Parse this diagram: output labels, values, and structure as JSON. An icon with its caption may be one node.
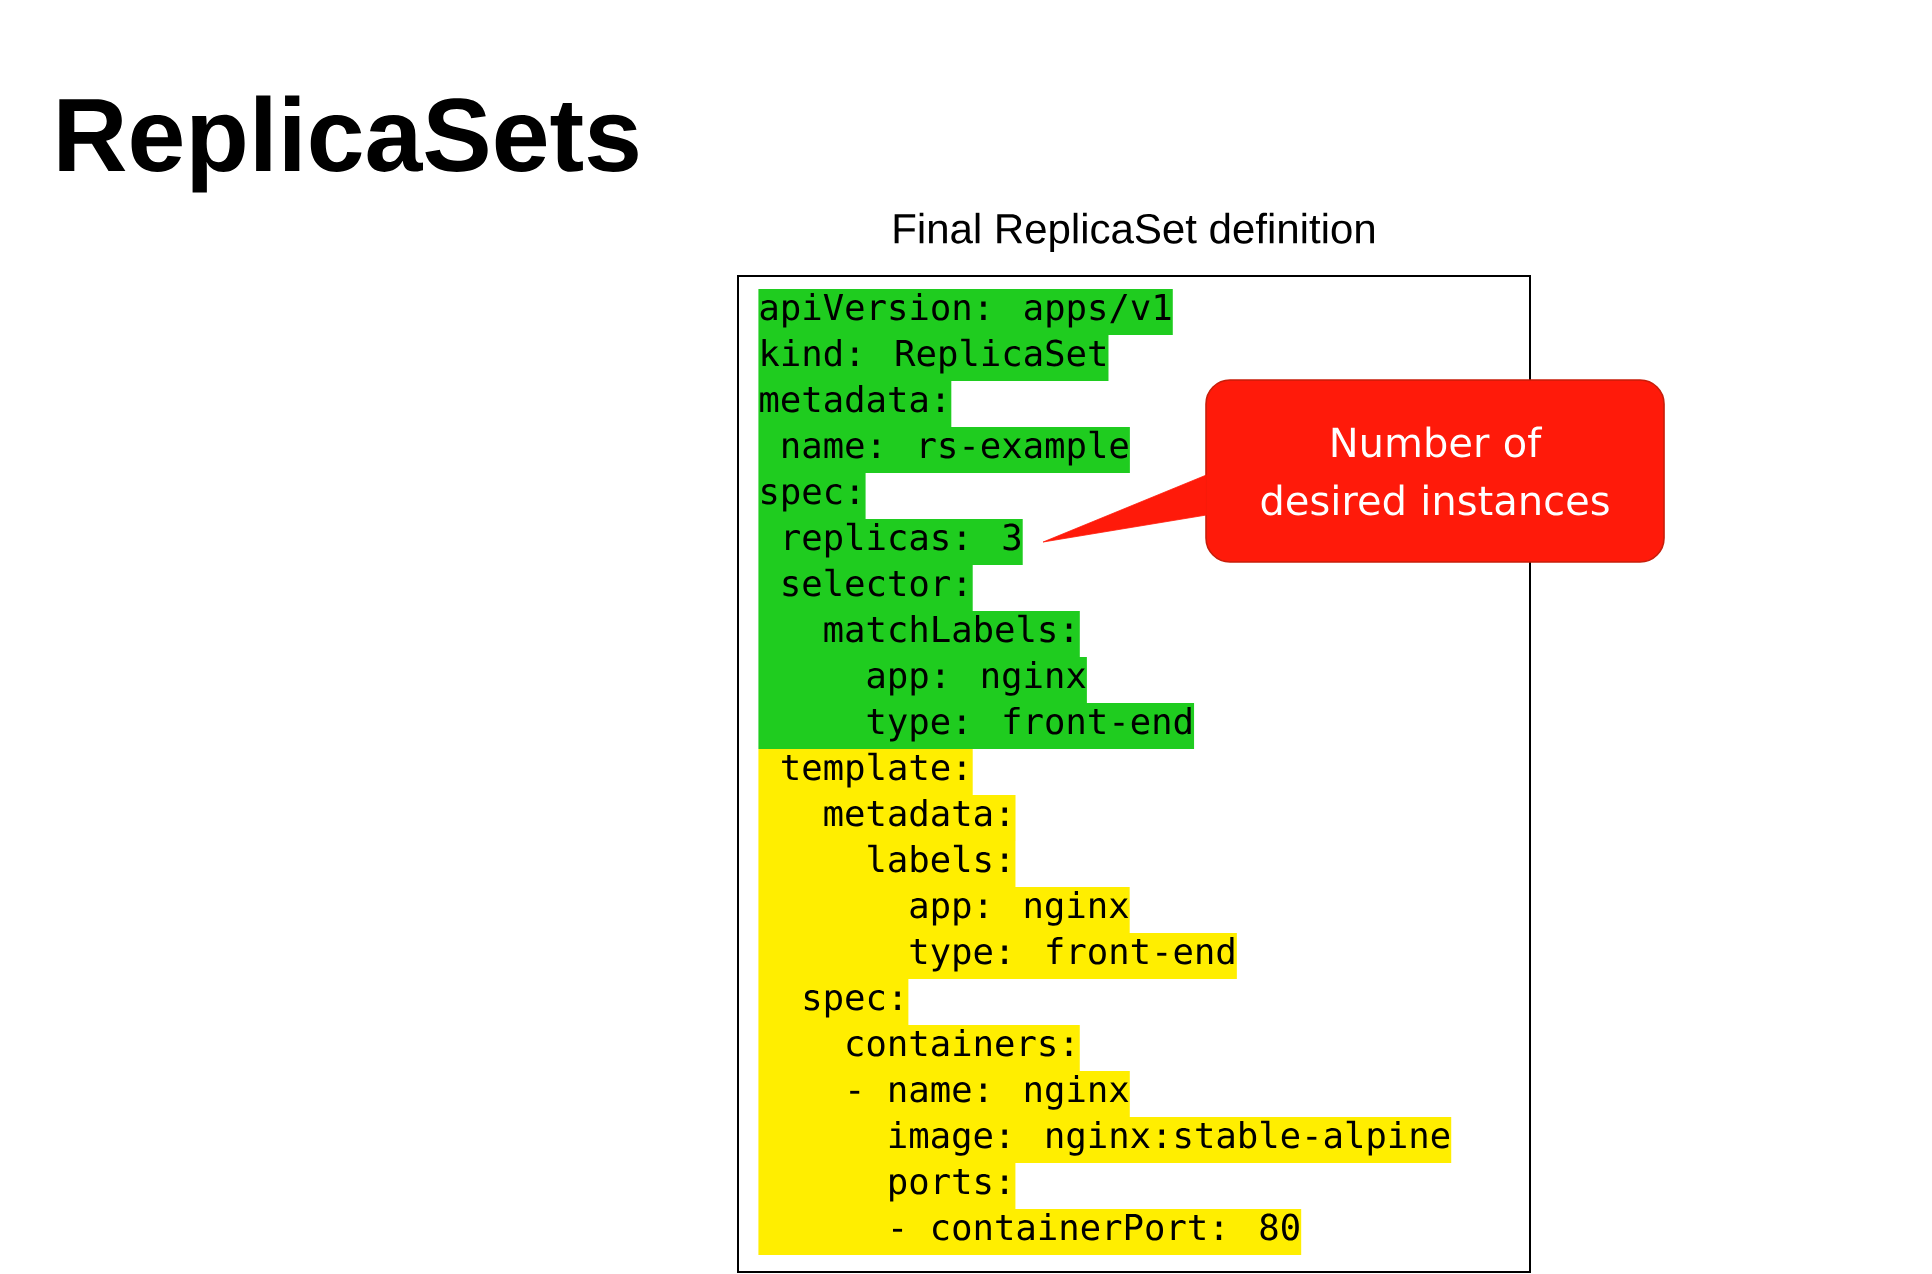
{
  "diagram": {
    "title": "ReplicaSets",
    "nodes": [
      {
        "text": [
          "Final ReplicaSet definition"
        ]
      },
      {
        "text": [
          "apiVersion: apps/v1"
        ],
        "in": 0
      },
      {
        "text": [
          "kind: ReplicaSet"
        ],
        "in": 0
      },
      {
        "text": [
          "metadata:"
        ],
        "in": 0
      },
      {
        "text": [
          "name: rs-example"
        ],
        "in": 0
      },
      {
        "text": [
          "spec:"
        ],
        "in": 0
      },
      {
        "text": [
          "replicas: 3"
        ],
        "in": 0
      },
      {
        "text": [
          "selector:"
        ],
        "in": 0
      },
      {
        "text": [
          "matchLabels:"
        ],
        "in": 0
      },
      {
        "text": [
          "app: nginx"
        ],
        "in": 0
      },
      {
        "text": [
          "type: front-end"
        ],
        "in": 0
      },
      {
        "text": [
          "template:"
        ],
        "in": 0
      },
      {
        "text": [
          "metadata:"
        ],
        "in": 0
      },
      {
        "text": [
          "labels:"
        ],
        "in": 0
      },
      {
        "text": [
          "app: nginx"
        ],
        "in": 0
      },
      {
        "text": [
          "type: front-end"
        ],
        "in": 0
      },
      {
        "text": [
          "spec:"
        ],
        "in": 0
      },
      {
        "text": [
          "containers:"
        ],
        "in": 0
      },
      {
        "text": [
          "- name: nginx"
        ],
        "in": 0
      },
      {
        "text": [
          "image: nginx:stable-alpine"
        ],
        "in": 0
      },
      {
        "text": [
          "ports:"
        ],
        "in": 0
      },
      {
        "text": [
          "- containerPort: 80"
        ],
        "in": 0
      },
      {
        "text": [
          "Number of desired instances"
        ]
      }
    ],
    "edges": [
      {
        "from": 22,
        "to": 6,
        "arrow": "to"
      }
    ]
  }
}
